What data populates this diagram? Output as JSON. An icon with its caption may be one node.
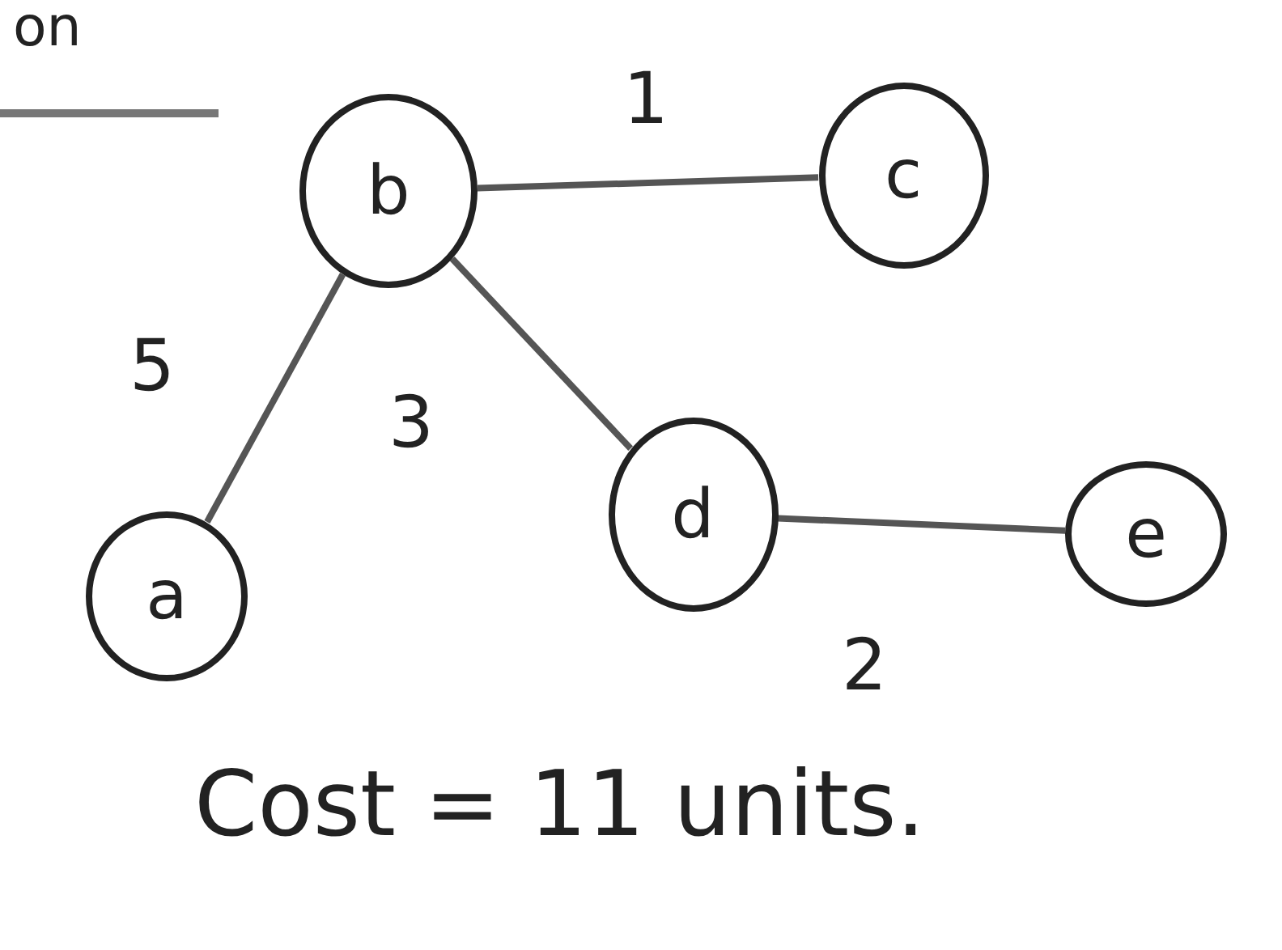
{
  "diagram": {
    "nodes": [
      {
        "text": [
          "b"
        ]
      },
      {
        "text": [
          "c"
        ]
      },
      {
        "text": [
          "a"
        ]
      },
      {
        "text": [
          "d"
        ]
      },
      {
        "text": [
          "e"
        ]
      }
    ],
    "edges": [
      {
        "from": 0,
        "to": 1,
        "arrow": "none",
        "label": "1"
      },
      {
        "from": 0,
        "to": 2,
        "arrow": "none",
        "label": "5"
      },
      {
        "from": 0,
        "to": 3,
        "arrow": "none",
        "label": "3"
      },
      {
        "from": 3,
        "to": 4,
        "arrow": "none",
        "label": "2"
      }
    ],
    "labels": [
      "on",
      "Cost = 11 units."
    ]
  }
}
